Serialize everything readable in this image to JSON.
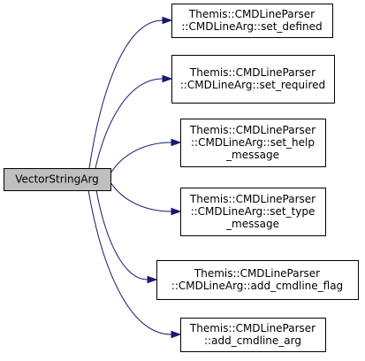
{
  "diagram": {
    "root": {
      "id": "vector-string-arg",
      "lines": [
        "VectorStringArg"
      ]
    },
    "targets": [
      {
        "id": "set-defined",
        "lines": [
          "Themis::CMDLineParser",
          "::CMDLineArg::set_defined"
        ]
      },
      {
        "id": "set-required",
        "lines": [
          "Themis::CMDLineParser",
          "::CMDLineArg::set_required"
        ]
      },
      {
        "id": "set-help-message",
        "lines": [
          "Themis::CMDLineParser",
          "::CMDLineArg::set_help",
          "_message"
        ]
      },
      {
        "id": "set-type-message",
        "lines": [
          "Themis::CMDLineParser",
          "::CMDLineArg::set_type",
          "_message"
        ]
      },
      {
        "id": "add-cmdline-flag",
        "lines": [
          "Themis::CMDLineParser",
          "::CMDLineArg::add_cmdline_flag"
        ]
      },
      {
        "id": "add-cmdline-arg",
        "lines": [
          "Themis::CMDLineParser",
          "::add_cmdline_arg"
        ]
      }
    ],
    "colors": {
      "edge": "#191970",
      "root_fill": "#bfbfbf",
      "node_fill": "#ffffff",
      "node_stroke": "#000000"
    }
  }
}
